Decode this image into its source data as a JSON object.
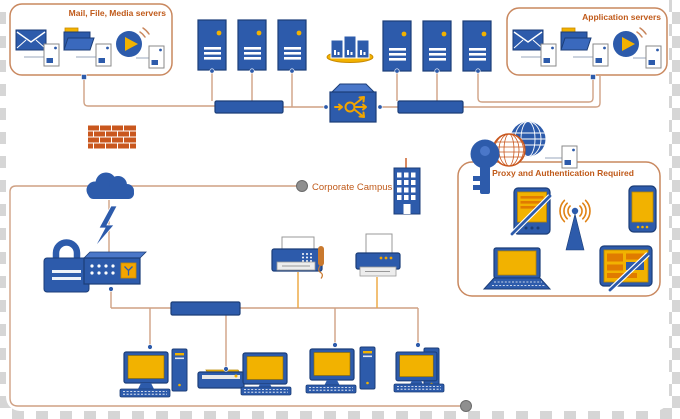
{
  "regions": {
    "mail_servers_box": {
      "label": "Mail, File, Media servers"
    },
    "application_servers_box": {
      "label": "Application servers"
    },
    "proxy_box": {
      "label": "Proxy and Authentication Required"
    },
    "campus": {
      "label": "Corporate Campus"
    }
  },
  "colors": {
    "primary_blue": "#2d5bab",
    "dark_blue_border": "#1c3e78",
    "accent_yellow": "#f2b200",
    "brick_orange": "#c9571e",
    "label_orange": "#c05a1a",
    "connector_tan": "#cfa184",
    "connector_gold": "#eda63c",
    "box_border": "#c9885f",
    "endpoint_gray": "#8f8f8f"
  },
  "nodes": [
    "mail-server",
    "file-server",
    "media-server",
    "app-mail-server",
    "app-file-server",
    "app-media-server",
    "server-tower-1",
    "server-tower-2",
    "server-tower-3",
    "server-tower-4",
    "server-tower-5",
    "server-tower-6",
    "server-farm",
    "switch",
    "patch-panel-1",
    "patch-panel-2",
    "patch-panel-3",
    "firewall",
    "cloud",
    "office-building",
    "internet-globe",
    "key",
    "padlock",
    "comm-link-bolt",
    "access-router",
    "fax-machine",
    "printer",
    "pda-device",
    "wireless-antenna",
    "smartphone",
    "laptop",
    "tablet",
    "workstation-1",
    "scanner",
    "workstation-2",
    "workstation-3",
    "workstation-4"
  ]
}
